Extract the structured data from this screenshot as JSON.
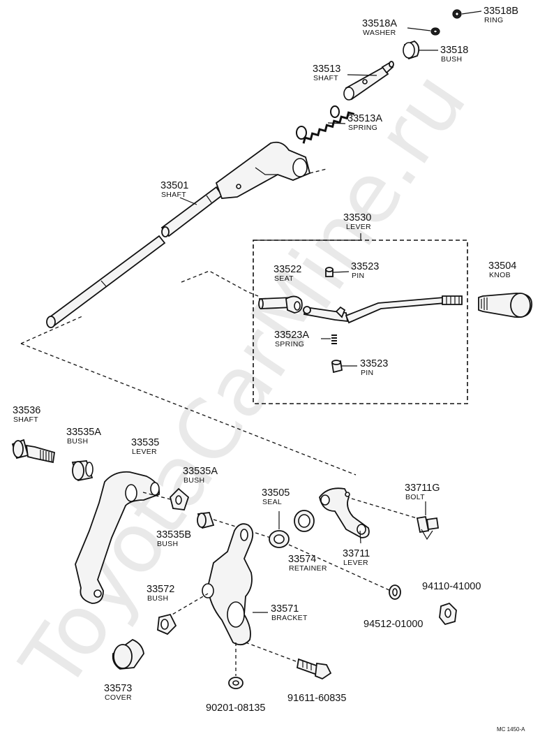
{
  "watermark": "ToyotaCarMine.ru",
  "footer_ref": "MC 1450-A",
  "group_box": {
    "part_no": "33530",
    "name": "LEVER"
  },
  "parts": [
    {
      "id": "p33518B",
      "part_no": "33518B",
      "name": "RING"
    },
    {
      "id": "p33518A",
      "part_no": "33518A",
      "name": "WASHER"
    },
    {
      "id": "p33518",
      "part_no": "33518",
      "name": "BUSH"
    },
    {
      "id": "p33513",
      "part_no": "33513",
      "name": "SHAFT"
    },
    {
      "id": "p33513A",
      "part_no": "33513A",
      "name": "SPRING"
    },
    {
      "id": "p33501",
      "part_no": "33501",
      "name": "SHAFT"
    },
    {
      "id": "p33522",
      "part_no": "33522",
      "name": "SEAT"
    },
    {
      "id": "p33523a",
      "part_no": "33523",
      "name": "PIN"
    },
    {
      "id": "p33504",
      "part_no": "33504",
      "name": "KNOB"
    },
    {
      "id": "p33523A",
      "part_no": "33523A",
      "name": "SPRING"
    },
    {
      "id": "p33523b",
      "part_no": "33523",
      "name": "PIN"
    },
    {
      "id": "p33536",
      "part_no": "33536",
      "name": "SHAFT"
    },
    {
      "id": "p33535A1",
      "part_no": "33535A",
      "name": "BUSH"
    },
    {
      "id": "p33535",
      "part_no": "33535",
      "name": "LEVER"
    },
    {
      "id": "p33535A2",
      "part_no": "33535A",
      "name": "BUSH"
    },
    {
      "id": "p33505",
      "part_no": "33505",
      "name": "SEAL"
    },
    {
      "id": "p33711G",
      "part_no": "33711G",
      "name": "BOLT"
    },
    {
      "id": "p33535B",
      "part_no": "33535B",
      "name": "BUSH"
    },
    {
      "id": "p33574",
      "part_no": "33574",
      "name": "RETAINER"
    },
    {
      "id": "p33711",
      "part_no": "33711",
      "name": "LEVER"
    },
    {
      "id": "p94110",
      "part_no": "94110-41000",
      "name": ""
    },
    {
      "id": "p33572",
      "part_no": "33572",
      "name": "BUSH"
    },
    {
      "id": "p33571",
      "part_no": "33571",
      "name": "BRACKET"
    },
    {
      "id": "p94512",
      "part_no": "94512-01000",
      "name": ""
    },
    {
      "id": "p33573",
      "part_no": "33573",
      "name": "COVER"
    },
    {
      "id": "p90201",
      "part_no": "90201-08135",
      "name": ""
    },
    {
      "id": "p91611",
      "part_no": "91611-60835",
      "name": ""
    }
  ]
}
